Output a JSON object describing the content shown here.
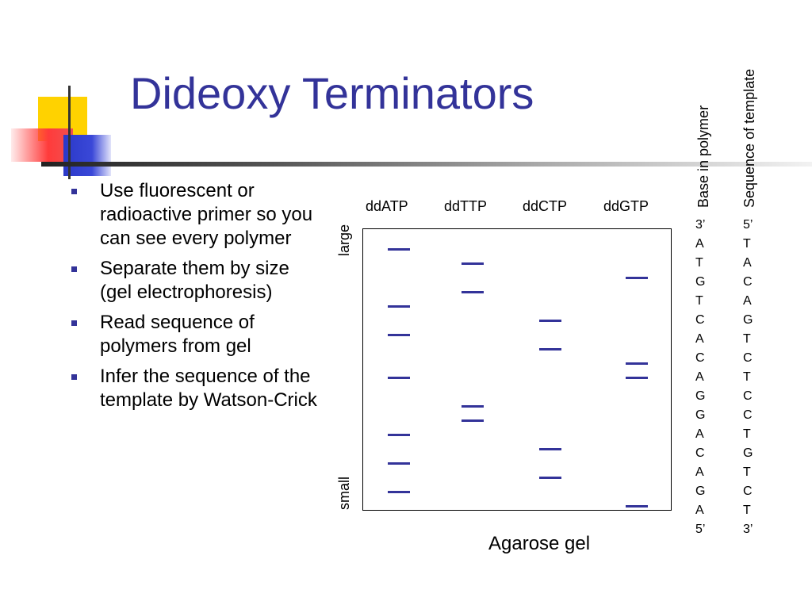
{
  "slide": {
    "title": "Dideoxy Terminators",
    "bullets": [
      "Use fluorescent or radioactive primer so you can see every polymer",
      "Separate them by size (gel electrophoresis)",
      "Read sequence of polymers from gel",
      "Infer the sequence of the template by Watson-Crick"
    ]
  },
  "gel": {
    "lanes": [
      "ddATP",
      "ddTTP",
      "ddCTP",
      "ddGTP"
    ],
    "top_label": "large",
    "bottom_label": "small",
    "caption": "Agarose gel",
    "band_color": "#333399",
    "band_rungs": {
      "ddATP": [
        1,
        5,
        7,
        10,
        14,
        16,
        18
      ],
      "ddTTP": [
        2,
        4,
        12,
        13
      ],
      "ddCTP": [
        6,
        8,
        15,
        17
      ],
      "ddGTP": [
        3,
        9,
        10,
        19
      ]
    }
  },
  "sequences": {
    "polymer_header": "Base in polymer",
    "template_header": "Sequence of template",
    "polymer": [
      "3’",
      "A",
      "T",
      "G",
      "T",
      "C",
      "A",
      "C",
      "A",
      "G",
      "G",
      "A",
      "C",
      "A",
      "G",
      "A",
      "5’"
    ],
    "template": [
      "5’",
      "T",
      "A",
      "C",
      "A",
      "G",
      "T",
      "C",
      "T",
      "C",
      "C",
      "T",
      "G",
      "T",
      "C",
      "T",
      "3’"
    ]
  },
  "colors": {
    "title": "#333399",
    "accent_yellow": "#ffd200",
    "accent_red": "#ff3b3b",
    "accent_blue": "#2b39c8"
  }
}
